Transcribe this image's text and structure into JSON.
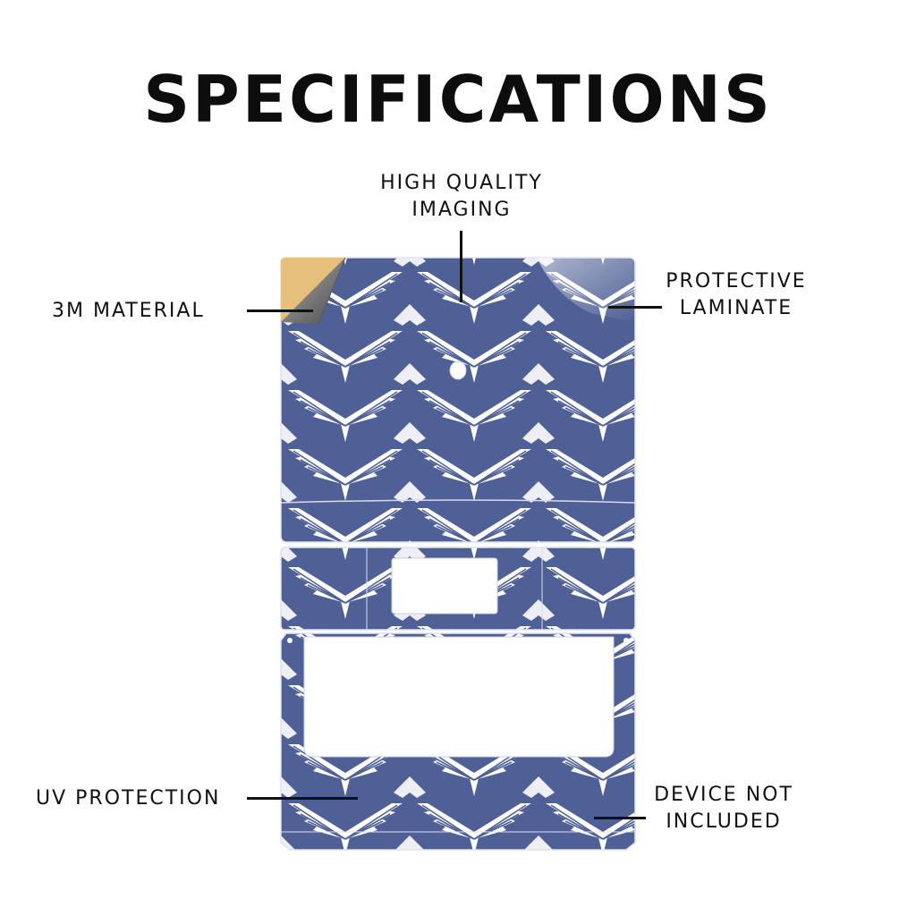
{
  "title": "SPECIFICATIONS",
  "callouts": {
    "imaging_line1": "HIGH QUALITY",
    "imaging_line2": "IMAGING",
    "material": "3M MATERIAL",
    "laminate_line1": "PROTECTIVE",
    "laminate_line2": "LAMINATE",
    "uv": "UV PROTECTION",
    "device_line1": "DEVICE NOT",
    "device_line2": "INCLUDED"
  },
  "colors": {
    "pattern_blue": "#4e6095",
    "pattern_white": "#ffffff",
    "backing_tan": "#e6bf7c",
    "peel_silver": "#9a9a9a",
    "text": "#111111"
  }
}
